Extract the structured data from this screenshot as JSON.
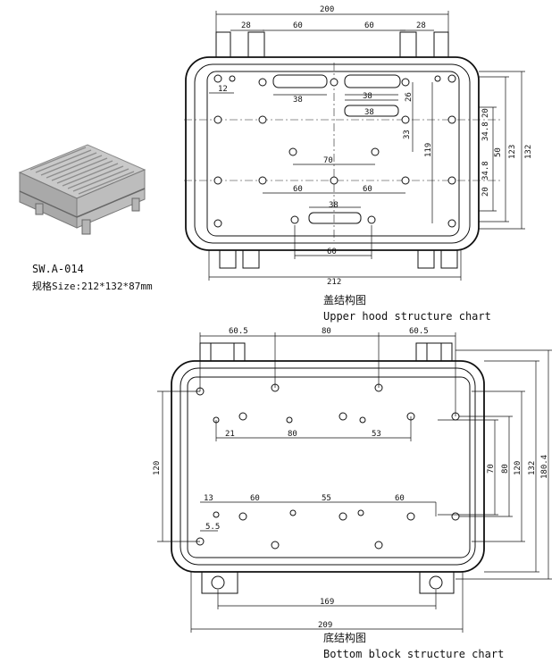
{
  "product": {
    "model": "SW.A-014",
    "size_label": "规格Size:212*132*87mm"
  },
  "upper": {
    "caption_cn": "盖结构图",
    "caption_en": "Upper hood structure chart",
    "dims": {
      "top_total": "200",
      "left_28": "28",
      "right_28": "28",
      "top_60_left": "60",
      "top_60_right": "60",
      "left_12": "12",
      "slot_38_left": "38",
      "slot_38_right": "38",
      "slot_38_mid": "38",
      "slot_38_bottom": "38",
      "v_26": "26",
      "v_33": "33",
      "v_119": "119",
      "h_70": "70",
      "h_60_left": "60",
      "h_60_right": "60",
      "bottom_60": "60",
      "bottom_212": "212",
      "right_20_top": "20",
      "right_34_top": "34.8",
      "right_50": "50",
      "right_34_bottom": "34.8",
      "right_20_bottom": "20",
      "right_123": "123",
      "right_132": "132"
    }
  },
  "bottom": {
    "caption_cn": "底结构图",
    "caption_en": "Bottom block structure chart",
    "dims": {
      "top_60_left": "60.5",
      "top_80": "80",
      "top_60_right": "60.5",
      "h_21": "21",
      "h_80": "80",
      "h_53": "53",
      "left_120": "120",
      "h_13": "13",
      "h_60_left": "60",
      "h_55": "55",
      "h_60_right": "60",
      "v_5_5": "5.5",
      "right_70": "70",
      "right_80": "80",
      "right_120": "120",
      "right_132": "132",
      "right_180": "180.4",
      "bottom_169": "169",
      "bottom_209": "209"
    }
  }
}
